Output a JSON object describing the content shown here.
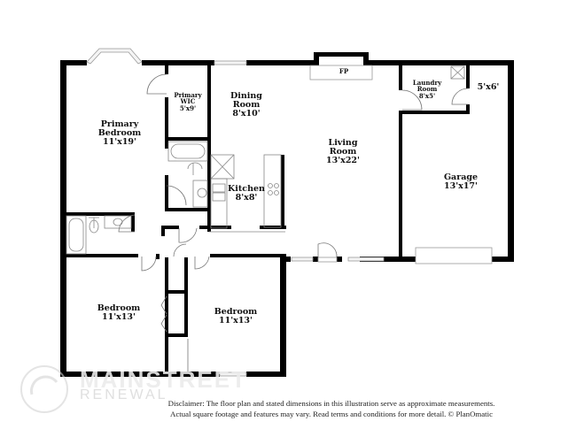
{
  "floorplan": {
    "rooms": [
      {
        "id": "primary-bedroom",
        "name_lines": [
          "Primary",
          "Bedroom"
        ],
        "size": "11'x19'"
      },
      {
        "id": "primary-wic",
        "name_lines": [
          "Primary",
          "WIC"
        ],
        "size": "5'x9'"
      },
      {
        "id": "dining-room",
        "name_lines": [
          "Dining",
          "Room"
        ],
        "size": "8'x10'"
      },
      {
        "id": "living-room",
        "name_lines": [
          "Living",
          "Room"
        ],
        "size": "13'x22'"
      },
      {
        "id": "kitchen",
        "name_lines": [
          "Kitchen"
        ],
        "size": "8'x8'"
      },
      {
        "id": "laundry-room",
        "name_lines": [
          "Laundry",
          "Room"
        ],
        "size": "8'x5'"
      },
      {
        "id": "storage",
        "name_lines": [],
        "size": "5'x6'"
      },
      {
        "id": "garage",
        "name_lines": [
          "Garage"
        ],
        "size": "13'x17'"
      },
      {
        "id": "bedroom-2",
        "name_lines": [
          "Bedroom"
        ],
        "size": "11'x13'"
      },
      {
        "id": "bedroom-3",
        "name_lines": [
          "Bedroom"
        ],
        "size": "11'x13'"
      }
    ],
    "fireplace_label": "FP"
  },
  "watermark": {
    "main": "MAINSTREET",
    "sub": "RENEWAL"
  },
  "disclaimer": {
    "line1": "Disclaimer: The floor plan and stated dimensions in this illustration serve as approximate measurements.",
    "line2": "Actual square footage and features may vary. Read terms and conditions for more detail. © PlanOmatic"
  }
}
